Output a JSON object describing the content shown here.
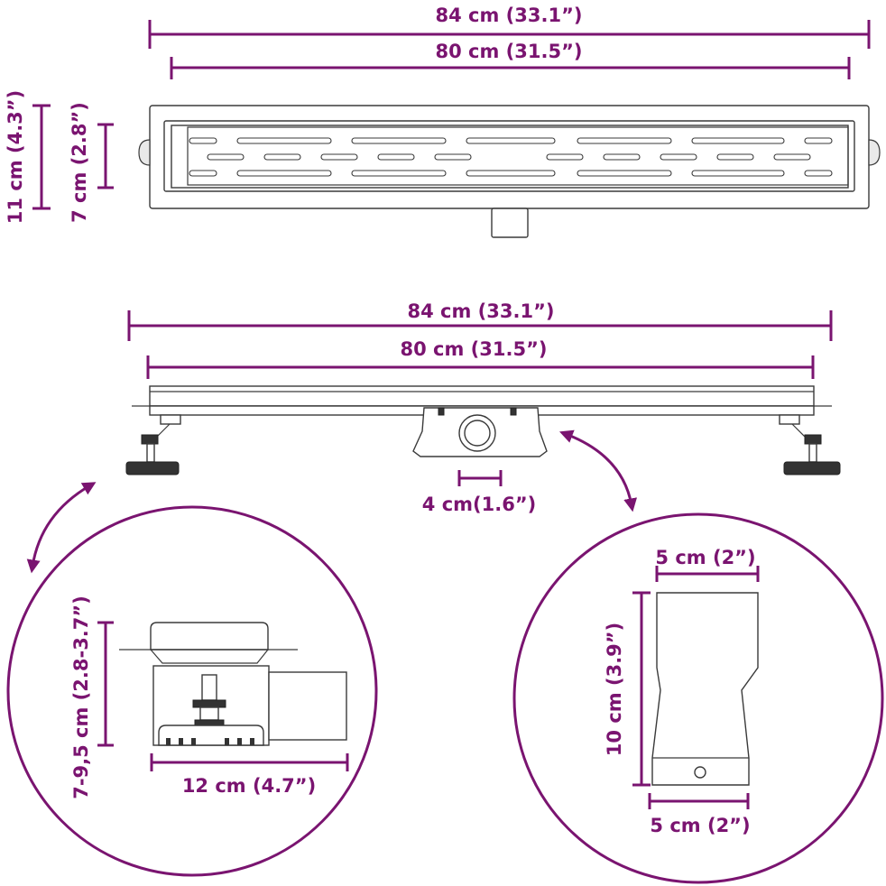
{
  "top_view": {
    "outer_length": "84 cm (33.1”)",
    "inner_length": "80 cm (31.5”)",
    "outer_width": "11 cm (4.3”)",
    "inner_width": "7 cm (2.8”)"
  },
  "side_view": {
    "outer_length": "84 cm (33.1”)",
    "inner_length": "80 cm (31.5”)",
    "outlet_diameter": "4 cm(1.6”)"
  },
  "detail_left": {
    "height_range": "7-9,5 cm (2.8-3.7”)",
    "width": "12 cm (4.7”)"
  },
  "detail_right": {
    "top_width": "5 cm (2”)",
    "height": "10 cm (3.9”)",
    "bottom_width": "5 cm (2”)"
  },
  "colors": {
    "dimension": "#7a1470",
    "line": "#3a3a3a"
  }
}
